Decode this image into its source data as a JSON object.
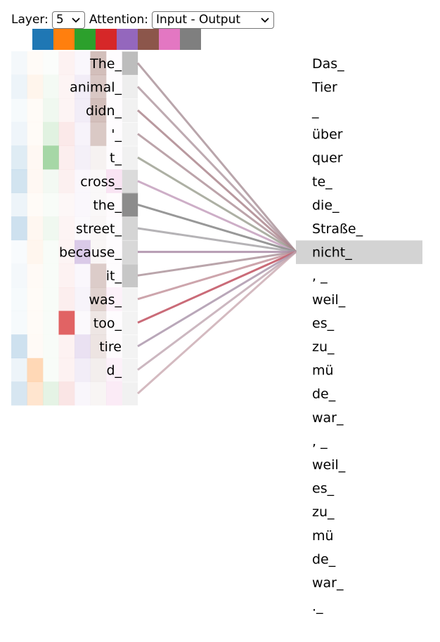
{
  "controls": {
    "layer_label": "Layer:",
    "layer_value": "5",
    "attention_label": "Attention:",
    "attention_value": "Input - Output"
  },
  "head_colors": [
    "#1f77b4",
    "#ff7f0e",
    "#2ca02c",
    "#d62728",
    "#9467bd",
    "#8c564b",
    "#e377c2",
    "#7f7f7f"
  ],
  "input_tokens": [
    "The_",
    "animal_",
    "didn_",
    "'_",
    "t_",
    "cross_",
    "the_",
    "street_",
    "because_",
    "it_",
    "was_",
    "too_",
    "tire",
    "d_",
    ""
  ],
  "output_tokens": [
    "Das_",
    "Tier",
    "_",
    "über",
    "quer",
    "te_",
    "die_",
    "Straße_",
    "nicht_",
    ", _",
    "weil_",
    "es_",
    "zu_",
    "mü",
    "de_",
    "war_",
    ", _",
    "weil_",
    "es_",
    "zu_",
    "mü",
    "de_",
    "war_",
    "._"
  ],
  "selected_output_index": 8,
  "attention_heatmap": [
    [
      0.05,
      0.03,
      0.02,
      0.06,
      0.05,
      0.38,
      0.02,
      0.28
    ],
    [
      0.08,
      0.08,
      0.05,
      0.05,
      0.12,
      0.33,
      0.02,
      0.04
    ],
    [
      0.04,
      0.03,
      0.07,
      0.05,
      0.12,
      0.38,
      0.02,
      0.03
    ],
    [
      0.07,
      0.03,
      0.14,
      0.1,
      0.08,
      0.32,
      0.02,
      0.02
    ],
    [
      0.14,
      0.05,
      0.42,
      0.08,
      0.1,
      0.08,
      0.02,
      0.03
    ],
    [
      0.2,
      0.05,
      0.06,
      0.07,
      0.05,
      0.04,
      0.2,
      0.12
    ],
    [
      0.08,
      0.03,
      0.03,
      0.04,
      0.05,
      0.04,
      0.03,
      0.65
    ],
    [
      0.22,
      0.06,
      0.07,
      0.05,
      0.04,
      0.05,
      0.02,
      0.15
    ],
    [
      0.03,
      0.07,
      0.03,
      0.05,
      0.35,
      0.05,
      0.02,
      0.14
    ],
    [
      0.05,
      0.04,
      0.03,
      0.06,
      0.05,
      0.3,
      0.02,
      0.22
    ],
    [
      0.04,
      0.03,
      0.03,
      0.08,
      0.07,
      0.26,
      0.1,
      0.02
    ],
    [
      0.04,
      0.03,
      0.03,
      0.72,
      0.04,
      0.15,
      0.02,
      0.02
    ],
    [
      0.22,
      0.04,
      0.03,
      0.06,
      0.2,
      0.16,
      0.03,
      0.02
    ],
    [
      0.08,
      0.3,
      0.03,
      0.06,
      0.12,
      0.1,
      0.1,
      0.02
    ],
    [
      0.18,
      0.2,
      0.12,
      0.12,
      0.06,
      0.06,
      0.15,
      0.03
    ]
  ],
  "line_colors": [
    "#a58c94",
    "#a58993",
    "#a77f87",
    "#a98a92",
    "#969a8a",
    "#c4a0bd",
    "#8f8f8f",
    "#a8a6a9",
    "#a98ba6",
    "#a98e96",
    "#c08e97",
    "#c55e6c",
    "#a791a8",
    "#b99ba8",
    "#c39fa8"
  ],
  "line_opacities": [
    0.78,
    0.72,
    0.8,
    0.78,
    0.78,
    0.85,
    0.92,
    0.85,
    0.85,
    0.8,
    0.8,
    0.92,
    0.8,
    0.72,
    0.72
  ]
}
